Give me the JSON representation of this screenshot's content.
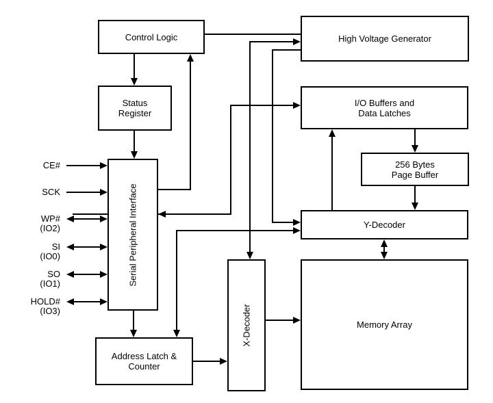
{
  "blocks": {
    "control_logic": {
      "label": "Control Logic"
    },
    "status_register": {
      "lines": [
        "Status",
        "Register"
      ]
    },
    "spi": {
      "label": "Serial Peripheral Interface"
    },
    "high_voltage_generator": {
      "label": "High Voltage Generator"
    },
    "io_buffers": {
      "lines": [
        "I/O Buffers and",
        "Data Latches"
      ]
    },
    "page_buffer": {
      "lines": [
        "256 Bytes",
        "Page Buffer"
      ]
    },
    "y_decoder": {
      "label": "Y-Decoder"
    },
    "memory_array": {
      "label": "Memory Array"
    },
    "x_decoder": {
      "label": "X-Decoder"
    },
    "address_latch": {
      "lines": [
        "Address Latch &",
        "Counter"
      ]
    }
  },
  "pins": [
    {
      "label": "CE#",
      "sub": "",
      "direction": "input"
    },
    {
      "label": "SCK",
      "sub": "",
      "direction": "input"
    },
    {
      "label": "WP#",
      "sub": "(IO2)",
      "direction": "bidirectional"
    },
    {
      "label": "SI",
      "sub": "(IO0)",
      "direction": "bidirectional"
    },
    {
      "label": "SO",
      "sub": "(IO1)",
      "direction": "bidirectional"
    },
    {
      "label": "HOLD#",
      "sub": "(IO3)",
      "direction": "bidirectional"
    }
  ],
  "connections": [
    {
      "from": "Control Logic",
      "to": "Status Register",
      "arrow": "single"
    },
    {
      "from": "Status Register",
      "to": "Serial Peripheral Interface",
      "arrow": "single"
    },
    {
      "from": "Serial Peripheral Interface",
      "to": "Control Logic",
      "arrow": "single"
    },
    {
      "from": "Control Logic",
      "to": "High Voltage Generator",
      "arrow": "plain-line"
    },
    {
      "from": "Serial Peripheral Interface",
      "to": "I/O Buffers and Data Latches",
      "arrow": "double"
    },
    {
      "from": "High Voltage Generator",
      "to": "X-Decoder",
      "arrow": "double"
    },
    {
      "from": "High Voltage Generator",
      "to": "Y-Decoder",
      "arrow": "single"
    },
    {
      "from": "Address Latch & Counter",
      "to": "Y-Decoder",
      "arrow": "double"
    },
    {
      "from": "Serial Peripheral Interface",
      "to": "Address Latch & Counter",
      "arrow": "single"
    },
    {
      "from": "Address Latch & Counter",
      "to": "X-Decoder",
      "arrow": "single"
    },
    {
      "from": "X-Decoder",
      "to": "Memory Array",
      "arrow": "single"
    },
    {
      "from": "Y-Decoder",
      "to": "I/O Buffers and Data Latches",
      "arrow": "single"
    },
    {
      "from": "I/O Buffers and Data Latches",
      "to": "256 Bytes Page Buffer",
      "arrow": "single"
    },
    {
      "from": "256 Bytes Page Buffer",
      "to": "Y-Decoder",
      "arrow": "single"
    },
    {
      "from": "Y-Decoder",
      "to": "Memory Array",
      "arrow": "double"
    }
  ],
  "colors": {
    "line": "#000000",
    "background": "#ffffff",
    "box_fill": "#ffffff"
  }
}
